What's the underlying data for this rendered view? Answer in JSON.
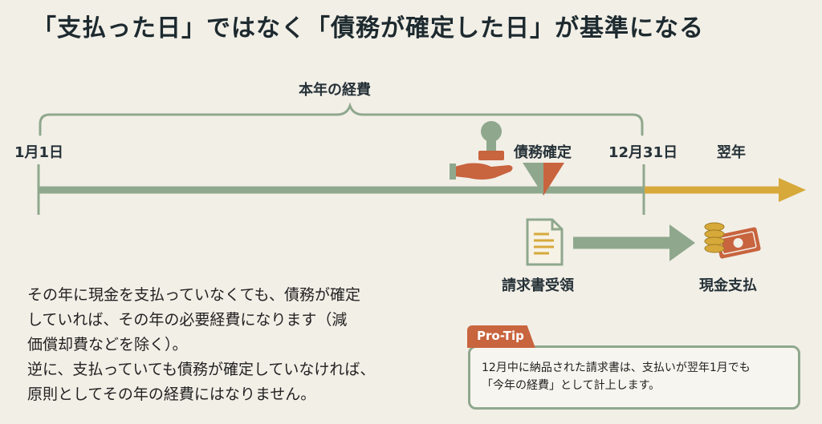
{
  "title": "「支払った日」ではなく「債務が確定した日」が基準になる",
  "timeline": {
    "period_label": "本年の経費",
    "start_label": "1月1日",
    "end_label": "12月31日",
    "next_year_label": "翌年",
    "confirm_label": "債務確定",
    "invoice_label": "請求書受領",
    "payment_label": "現金支払"
  },
  "explanation": "その年に現金を支払っていなくても、債務が確定\nしていれば、その年の必要経費になります（減\n価償却費などを除く）。\n逆に、支払っていても債務が確定していなければ、\n原則としてその年の経費にはなりません。",
  "protip": {
    "tag": "Pro-Tip",
    "text": "12月中に納品された請求書は、支払いが翌年1月でも\n「今年の経費」として計上します。"
  },
  "colors": {
    "timeline_green": "#8fa88d",
    "next_year_gold": "#d7a93a",
    "accent_orange": "#c8643e",
    "dark_green": "#4a7b5c"
  }
}
